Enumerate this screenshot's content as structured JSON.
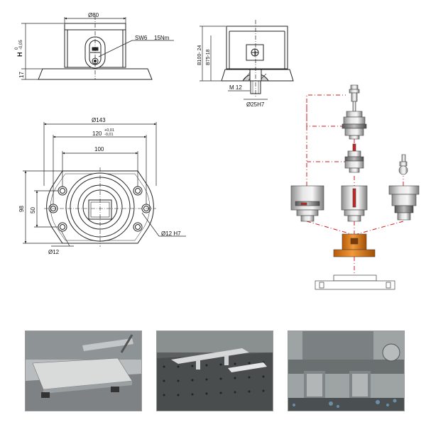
{
  "front_view": {
    "dia_label": "Ø80",
    "sw_label": "SW6",
    "torque_label": "15Nm",
    "h_label": "H",
    "h_tol_upper": "0",
    "h_tol_lower": "-0,05",
    "height_label": "17"
  },
  "side_view": {
    "b100_label": "B100- 24",
    "b75_label": "B75-18",
    "m12_label": "M 12",
    "dia25_label": "Ø25H7"
  },
  "top_view": {
    "dia143_label": "Ø143",
    "dim120_label": "120",
    "dim120_tol_upper": "+0,01",
    "dim120_tol_lower": "-0,01",
    "dim100_label": "100",
    "dim98_label": "98",
    "dim50_label": "50",
    "dia12_label": "Ø12",
    "dia12h7_label": "Ø12 H7"
  },
  "colors": {
    "line": "#222222",
    "dashdot": "#d21c1c",
    "highlight": "#e07a10"
  },
  "photos": [
    {
      "name": "photo-vise-on-pallet"
    },
    {
      "name": "photo-perforated-table"
    },
    {
      "name": "photo-machining-clamps"
    }
  ]
}
